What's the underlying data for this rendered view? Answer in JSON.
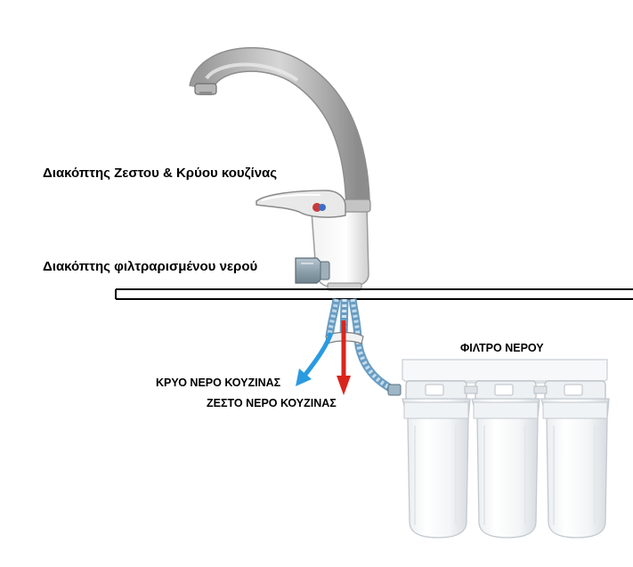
{
  "labels": {
    "faucet_mixer": "Διακόπτης  Ζεστου & Κρύου κουζίνας",
    "filter_valve": "Διακόπτης φιλτραρισμένου νερού",
    "water_filter": "ΦΙΛΤΡΟ  ΝΕΡΟΥ",
    "cold_water": "ΚΡΥΟ ΝΕΡΟ ΚΟΥΖΙΝΑΣ",
    "hot_water": "ΖΕΣΤΟ ΝΕΡΟ ΚΟΥΖΙΝΑΣ"
  },
  "colors": {
    "cold_arrow": "#2a9be0",
    "hot_arrow": "#d9251c",
    "faucet_body": "#c8c8c8",
    "filter_housing": "#f4f6f8",
    "braided_hose": "#7fb2d6"
  },
  "icons": {
    "faucet": "kitchen-faucet-icon",
    "filter_valve": "filter-valve-icon",
    "filter_unit": "triple-water-filter-icon",
    "cold_arrow": "arrow-down-left-icon",
    "hot_arrow": "arrow-down-icon"
  }
}
